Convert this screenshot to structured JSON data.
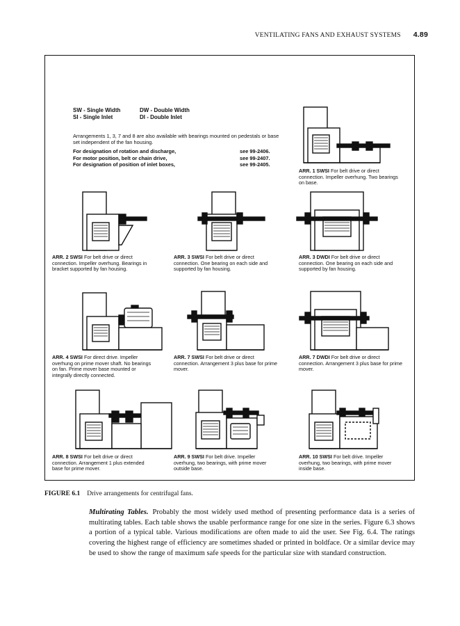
{
  "header": {
    "title": "VENTILATING FANS AND EXHAUST SYSTEMS",
    "page": "4.89"
  },
  "legend": {
    "sw_key": "SW - Single Width",
    "dw_key": "DW - Double Width",
    "si_key": "SI  - Single Inlet",
    "di_key": "DI  - Double Inlet"
  },
  "notes": {
    "arrangements": "Arrangements 1, 3, 7 and 8 are also available with bearings mounted on pedestals or base set independent of the fan housing.",
    "designations": [
      {
        "text": "For designation of rotation and discharge,",
        "ref": "see 99-2406."
      },
      {
        "text": "For motor position, belt or chain drive,",
        "ref": "see 99-2407."
      },
      {
        "text": "For designation of position of inlet boxes,",
        "ref": "see 99-2405."
      }
    ]
  },
  "arrangements": [
    {
      "label": "ARR. 1 SWSI",
      "text": "For belt drive or direct connection. Impeller overhung. Two bearings on base."
    },
    {
      "label": "ARR. 2 SWSI",
      "text": "For belt drive or direct connection. Impeller overhung. Bearings in bracket supported by fan housing."
    },
    {
      "label": "ARR. 3 SWSI",
      "text": "For belt drive or direct connection. One bearing on each side and supported by fan housing."
    },
    {
      "label": "ARR. 3 DWDI",
      "text": "For belt drive or direct connection. One bearing on each side and supported by fan housing."
    },
    {
      "label": "ARR. 4 SWSI",
      "text": "For direct drive. Impeller overhung on prime mover shaft. No bearings on fan. Prime mover base mounted or integrally directly connected."
    },
    {
      "label": "ARR. 7 SWSI",
      "text": "For belt drive or direct connection. Arrangement 3 plus base for prime mover."
    },
    {
      "label": "ARR. 7 DWDI",
      "text": "For belt drive or direct connection. Arrangement 3 plus base for prime mover."
    },
    {
      "label": "ARR. 8 SWSI",
      "text": "For belt drive or direct connection. Arrangement 1 plus extended base for prime mover."
    },
    {
      "label": "ARR. 9 SWSI",
      "text": "For belt drive. Impeller overhung, two bearings, with prime mover outside base."
    },
    {
      "label": "ARR. 10 SWSI",
      "text": "For belt drive. Impeller overhung, two bearings, with prime mover inside base."
    }
  ],
  "figure": {
    "number": "FIGURE 6.1",
    "caption": "Drive arrangements for centrifugal fans."
  },
  "body": {
    "run_in": "Multirating Tables.",
    "text": "Probably the most widely used method of presenting performance data is a series of multirating tables. Each table shows the usable performance range for one size in the series. Figure 6.3 shows a portion of a typical table. Various modifications are often made to aid the user. See Fig. 6.4. The ratings covering the highest range of efficiency are sometimes shaded or printed in boldface. Or a similar device may be used to show the range of maximum safe speeds for the particular size with standard construction."
  }
}
